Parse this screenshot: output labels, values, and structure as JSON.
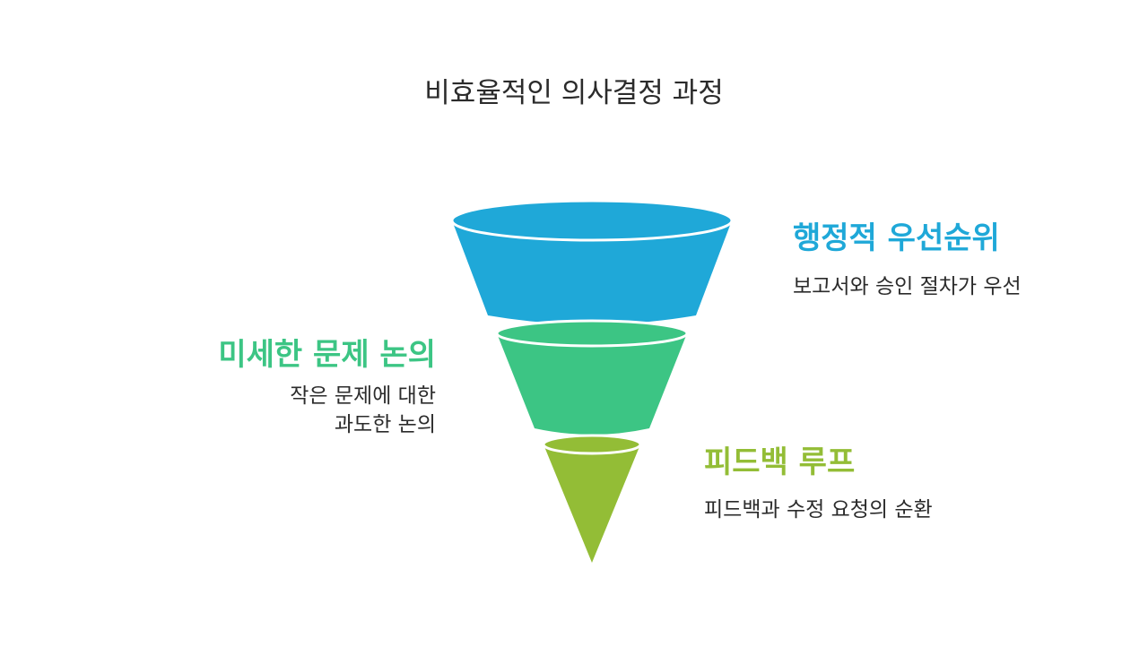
{
  "title": "비효율적인 의사결정 과정",
  "stages": [
    {
      "heading": "행정적 우선순위",
      "description_lines": [
        "보고서와 승인 절차가 우선"
      ],
      "color": "#1fa8d8"
    },
    {
      "heading": "미세한 문제 논의",
      "description_lines": [
        "작은 문제에 대한",
        "과도한 논의"
      ],
      "color": "#3cc584"
    },
    {
      "heading": "피드백 루프",
      "description_lines": [
        "피드백과 수정 요청의 순환"
      ],
      "color": "#93bd36"
    }
  ]
}
